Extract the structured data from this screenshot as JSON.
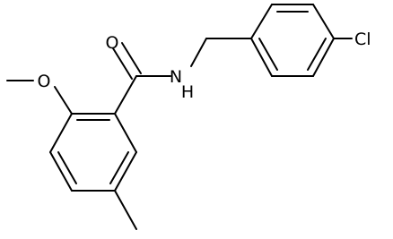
{
  "atoms": {
    "oxygen_carbonyl": "O",
    "nitrogen_amide": "N",
    "hydrogen_amide": "H",
    "oxygen_methoxy": "O",
    "chlorine": "Cl"
  },
  "colors": {
    "bond": "#000000",
    "label": "#000000",
    "background": "#ffffff"
  }
}
